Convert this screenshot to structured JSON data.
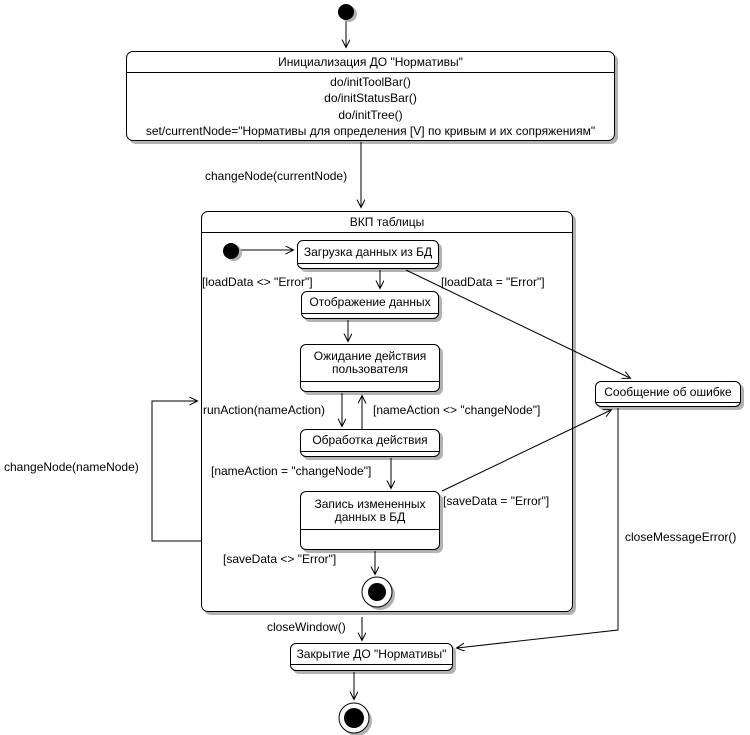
{
  "diagram": {
    "states": {
      "initialization": {
        "title": "Инициализация ДО \"Нормативы\"",
        "actions": [
          "do/initToolBar()",
          "do/initStatusBar()",
          "do/initTree()",
          "set/currentNode=\"Нормативы для определения [V] по кривым и их сопряжениям\""
        ]
      },
      "vkp_table": {
        "title": "ВКП таблицы"
      },
      "load_data": {
        "title": "Загрузка данных из БД"
      },
      "display_data": {
        "title": "Отображение данных"
      },
      "wait_user": {
        "title": "Ожидание действия пользователя"
      },
      "process_action": {
        "title": "Обработка действия"
      },
      "save_data": {
        "title": "Запись измененных данных в БД"
      },
      "error_message": {
        "title": "Сообщение об ошибке"
      },
      "close_do": {
        "title": "Закрытие ДО \"Нормативы\""
      }
    },
    "transitions": {
      "change_node_current": "changeNode(currentNode)",
      "load_ok": "[loadData <> \"Error\"]",
      "load_error": "[loadData = \"Error\"]",
      "run_action": "runAction(nameAction)",
      "name_action_neq": "[nameAction <> \"changeNode\"]",
      "name_action_eq": "[nameAction = \"changeNode\"]",
      "save_error": "[saveData = \"Error\"]",
      "save_ok": "[saveData <> \"Error\"]",
      "change_node_name": "changeNode(nameNode)",
      "close_window": "closeWindow()",
      "close_message_error": "closeMessageError()"
    },
    "colors": {
      "line": "#000000",
      "shadow": "#b2b2b2",
      "background": "#ffffff"
    }
  }
}
